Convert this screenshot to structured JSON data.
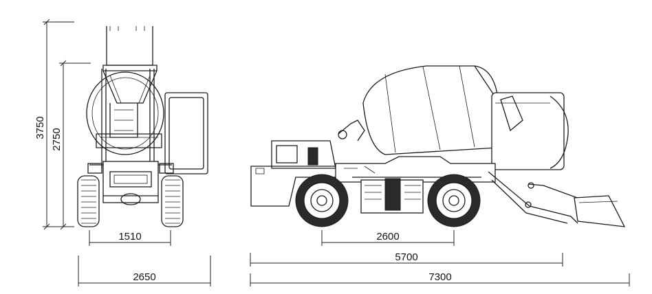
{
  "dimensions": {
    "front_height_total": "3750",
    "front_height_body": "2750",
    "front_track": "1510",
    "front_width": "2650",
    "side_wheelbase": "2600",
    "side_length_body": "5700",
    "side_length_total": "7300"
  }
}
